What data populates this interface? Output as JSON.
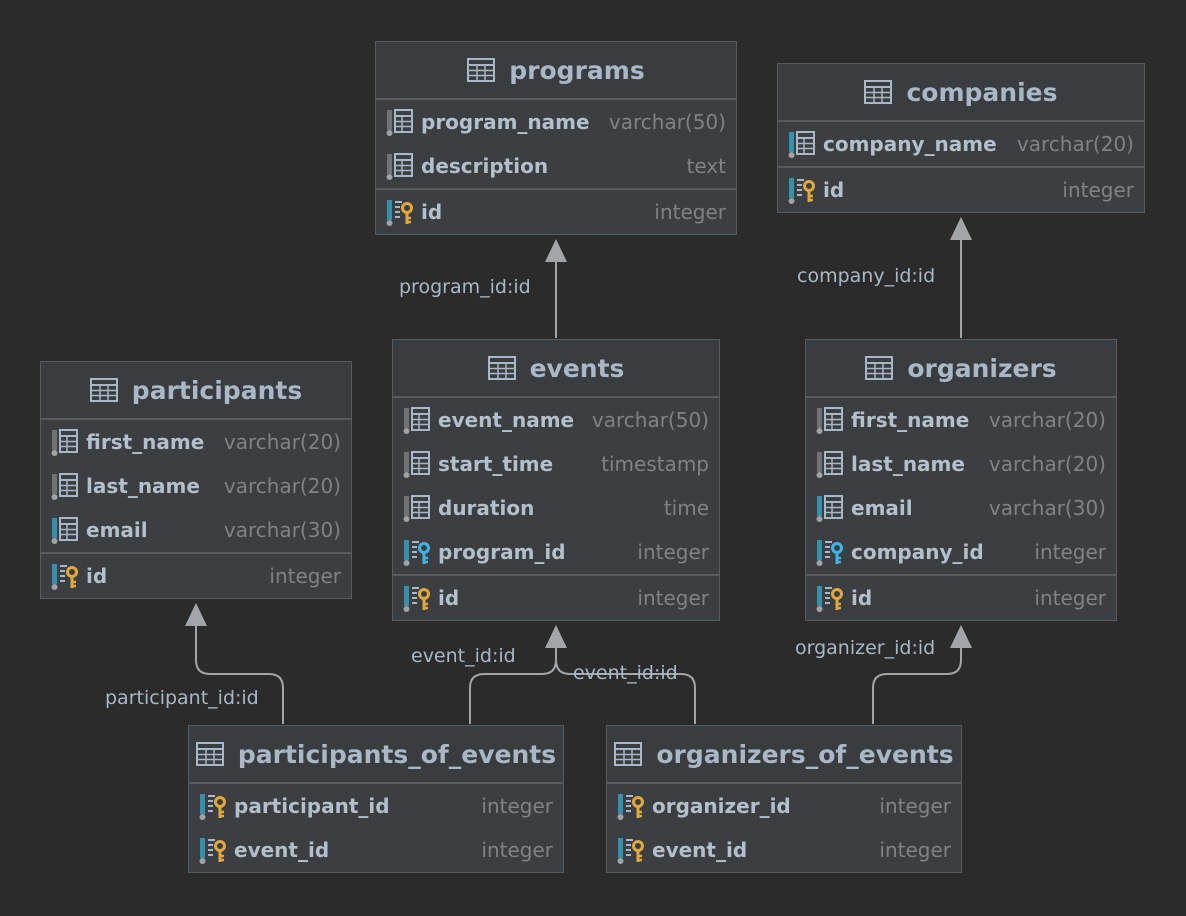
{
  "tables": {
    "programs": {
      "name": "programs",
      "columns": [
        {
          "name": "program_name",
          "type": "varchar(50)",
          "kind": "column"
        },
        {
          "name": "description",
          "type": "text",
          "kind": "column"
        }
      ],
      "keys": [
        {
          "name": "id",
          "type": "integer",
          "kind": "pk"
        }
      ]
    },
    "companies": {
      "name": "companies",
      "columns": [
        {
          "name": "company_name",
          "type": "varchar(20)",
          "kind": "column-required"
        }
      ],
      "keys": [
        {
          "name": "id",
          "type": "integer",
          "kind": "pk"
        }
      ]
    },
    "participants": {
      "name": "participants",
      "columns": [
        {
          "name": "first_name",
          "type": "varchar(20)",
          "kind": "column"
        },
        {
          "name": "last_name",
          "type": "varchar(20)",
          "kind": "column"
        },
        {
          "name": "email",
          "type": "varchar(30)",
          "kind": "column-required"
        }
      ],
      "keys": [
        {
          "name": "id",
          "type": "integer",
          "kind": "pk"
        }
      ]
    },
    "events": {
      "name": "events",
      "columns": [
        {
          "name": "event_name",
          "type": "varchar(50)",
          "kind": "column"
        },
        {
          "name": "start_time",
          "type": "timestamp",
          "kind": "column"
        },
        {
          "name": "duration",
          "type": "time",
          "kind": "column"
        },
        {
          "name": "program_id",
          "type": "integer",
          "kind": "fk"
        }
      ],
      "keys": [
        {
          "name": "id",
          "type": "integer",
          "kind": "pk"
        }
      ]
    },
    "organizers": {
      "name": "organizers",
      "columns": [
        {
          "name": "first_name",
          "type": "varchar(20)",
          "kind": "column"
        },
        {
          "name": "last_name",
          "type": "varchar(20)",
          "kind": "column"
        },
        {
          "name": "email",
          "type": "varchar(30)",
          "kind": "column-required"
        },
        {
          "name": "company_id",
          "type": "integer",
          "kind": "fk"
        }
      ],
      "keys": [
        {
          "name": "id",
          "type": "integer",
          "kind": "pk"
        }
      ]
    },
    "participants_of_events": {
      "name": "participants_of_events",
      "columns": [],
      "keys": [
        {
          "name": "participant_id",
          "type": "integer",
          "kind": "pk-fk"
        },
        {
          "name": "event_id",
          "type": "integer",
          "kind": "pk-fk"
        }
      ]
    },
    "organizers_of_events": {
      "name": "organizers_of_events",
      "columns": [],
      "keys": [
        {
          "name": "organizer_id",
          "type": "integer",
          "kind": "pk-fk"
        },
        {
          "name": "event_id",
          "type": "integer",
          "kind": "pk-fk"
        }
      ]
    }
  },
  "relations": [
    {
      "label": "program_id:id",
      "from": "events",
      "to": "programs"
    },
    {
      "label": "company_id:id",
      "from": "organizers",
      "to": "companies"
    },
    {
      "label": "participant_id:id",
      "from": "participants_of_events",
      "to": "participants"
    },
    {
      "label": "event_id:id",
      "from": "participants_of_events",
      "to": "events"
    },
    {
      "label": "event_id:id",
      "from": "organizers_of_events",
      "to": "events"
    },
    {
      "label": "organizer_id:id",
      "from": "organizers_of_events",
      "to": "organizers"
    }
  ],
  "colors": {
    "background": "#2b2b2b",
    "table_bg": "#3c3f41",
    "border": "#595c5e",
    "text": "#a9b7c6",
    "type_text": "#7f8385",
    "connector": "#a3a6a8",
    "pk_key": "#e0a83d",
    "fk_key": "#3fb4e8",
    "required_bar": "#3790ab"
  }
}
